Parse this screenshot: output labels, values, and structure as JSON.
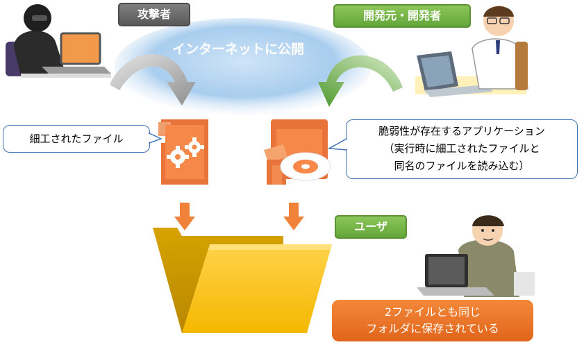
{
  "labels": {
    "attacker": "攻撃者",
    "developer": "開発元・開発者",
    "user": "ユーザ",
    "internet": "インターネットに公開"
  },
  "callouts": {
    "crafted_file": "細工されたファイル",
    "vulnerable_app": {
      "line1": "脆弱性が存在するアプリケーション",
      "line2": "（実行時に細工されたファイルと",
      "line3": "同名のファイルを読み込む）"
    }
  },
  "note": {
    "line1": "2ファイルとも同じ",
    "line2": "フォルダに保存されている"
  },
  "colors": {
    "attacker_tag": "#6e6e6e",
    "developer_tag": "#6fb044",
    "cloud": "#a8cdee",
    "gray_arrow": "#a6a6a6",
    "green_arrow": "#6aa84f",
    "file_orange": "#e8743b",
    "down_arrow": "#f0823a",
    "folder": "#f5b800",
    "note_bg": "#ea7328",
    "callout_border": "#3f74b8"
  },
  "icons": [
    "attacker-person",
    "developer-person",
    "user-person",
    "gear-file-icon",
    "app-cd-icon",
    "folder-icon",
    "down-arrow-icon"
  ]
}
